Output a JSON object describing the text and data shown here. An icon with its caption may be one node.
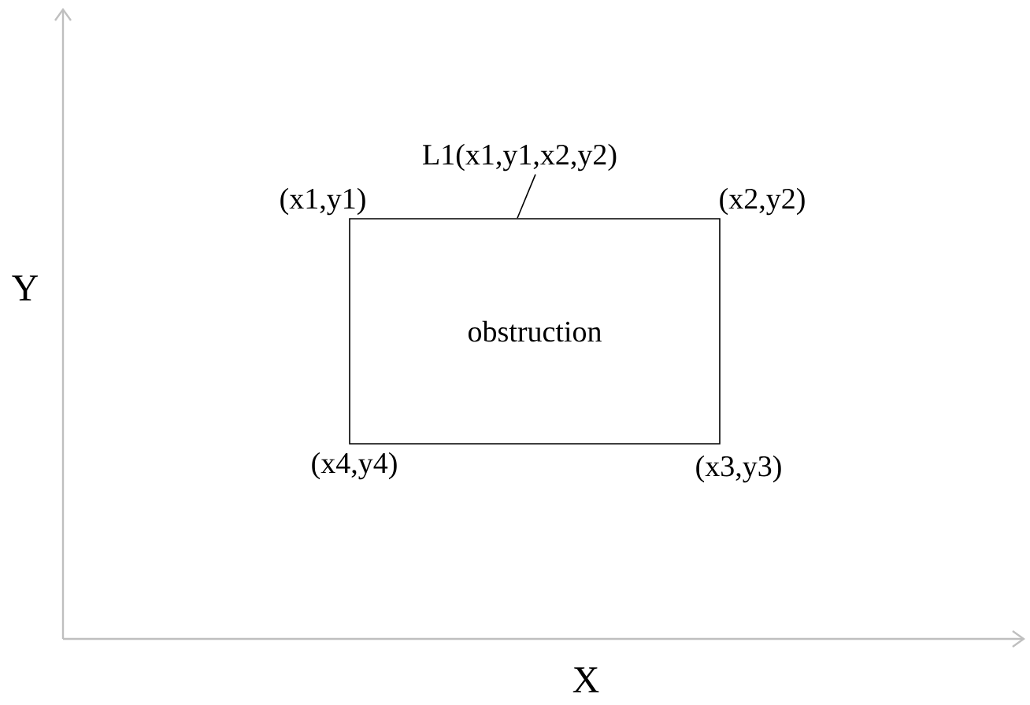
{
  "diagram": {
    "nodes": [
      {
        "text": [
          "obstruction"
        ]
      },
      {
        "text": [
          "L1(x1,y1,x2,y2)"
        ]
      }
    ],
    "edges": [
      {
        "from": 1,
        "to": 0,
        "arrow": "none"
      }
    ],
    "labels": [
      "(x1,y1)",
      "(x2,y2)",
      "Y",
      "(x4,y4)",
      "(x3,y3)",
      "X"
    ]
  }
}
